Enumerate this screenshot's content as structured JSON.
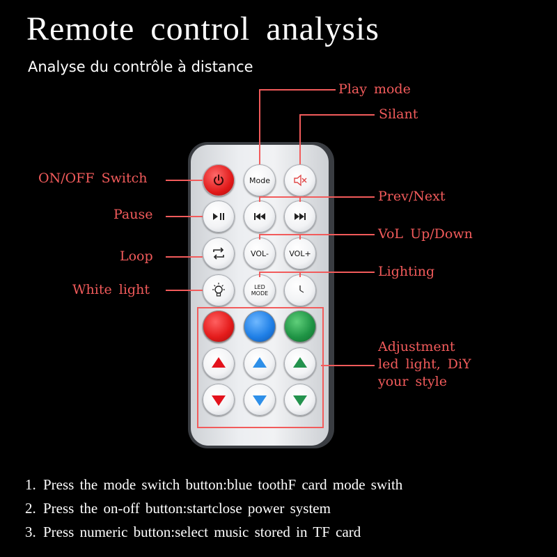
{
  "title": "Remote control analysis",
  "subtitle": "Analyse du contrôle à distance",
  "buttons": {
    "mode_label": "Mode",
    "vol_minus_label": "VOL-",
    "vol_plus_label": "VOL+",
    "led_mode_label": "LED MODE",
    "power_icon": "power-icon",
    "mute_icon": "speaker-mute-icon",
    "play_pause_icon": "play-pause-icon",
    "prev_icon": "previous-track-icon",
    "next_icon": "next-track-icon",
    "loop_icon": "loop-icon",
    "light_icon": "light-bulb-icon",
    "timer_icon": "timer-icon",
    "color_buttons": [
      "red",
      "blue",
      "green"
    ],
    "colors": {
      "red": "#e41b1b",
      "blue": "#1f7fe6",
      "green": "#1f9445",
      "label": "#f25b5b"
    }
  },
  "callouts": {
    "play_mode": "Play mode",
    "silent": "Silant",
    "on_off": "ON/OFF Switch",
    "prev_next": "Prev/Next",
    "pause": "Pause",
    "vol": "VoL Up/Down",
    "loop": "Loop",
    "lighting": "Lighting",
    "white_light": "White light",
    "adjustment_line1": "Adjustment",
    "adjustment_line2": "led light, DiY",
    "adjustment_line3": "your style"
  },
  "notes": [
    {
      "num": "1.",
      "text": "Press the mode switch button:blue toothF card mode swith"
    },
    {
      "num": "2.",
      "text": "Press the on-off button:startclose power system"
    },
    {
      "num": "3.",
      "text": "Press numeric button:select music stored in TF card"
    }
  ]
}
